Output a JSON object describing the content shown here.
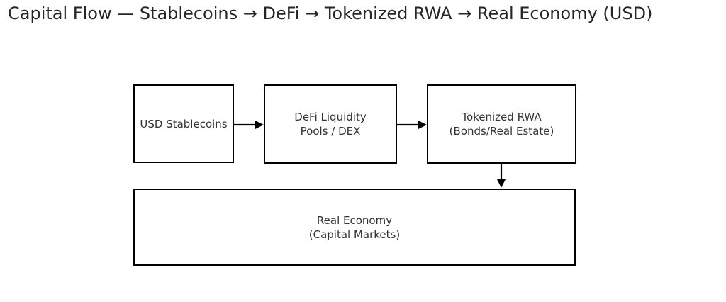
{
  "title": "Capital Flow — Stablecoins → DeFi → Tokenized RWA → Real Economy (USD)",
  "colors": {
    "background": "#ffffff",
    "box_border": "#000000",
    "arrow": "#000000",
    "text": "#333333",
    "title_text": "#262626"
  },
  "diagram": {
    "type": "flowchart",
    "nodes": [
      {
        "id": "usd-stablecoins",
        "lines": [
          "USD Stablecoins"
        ]
      },
      {
        "id": "defi-liquidity",
        "lines": [
          "DeFi Liquidity",
          "Pools / DEX"
        ]
      },
      {
        "id": "tokenized-rwa",
        "lines": [
          "Tokenized RWA",
          "(Bonds/Real Estate)"
        ]
      },
      {
        "id": "real-economy",
        "lines": [
          "Real Economy",
          "(Capital Markets)"
        ]
      }
    ],
    "edges": [
      {
        "from": "usd-stablecoins",
        "to": "defi-liquidity",
        "direction": "right"
      },
      {
        "from": "defi-liquidity",
        "to": "tokenized-rwa",
        "direction": "right"
      },
      {
        "from": "tokenized-rwa",
        "to": "real-economy",
        "direction": "down"
      }
    ]
  }
}
